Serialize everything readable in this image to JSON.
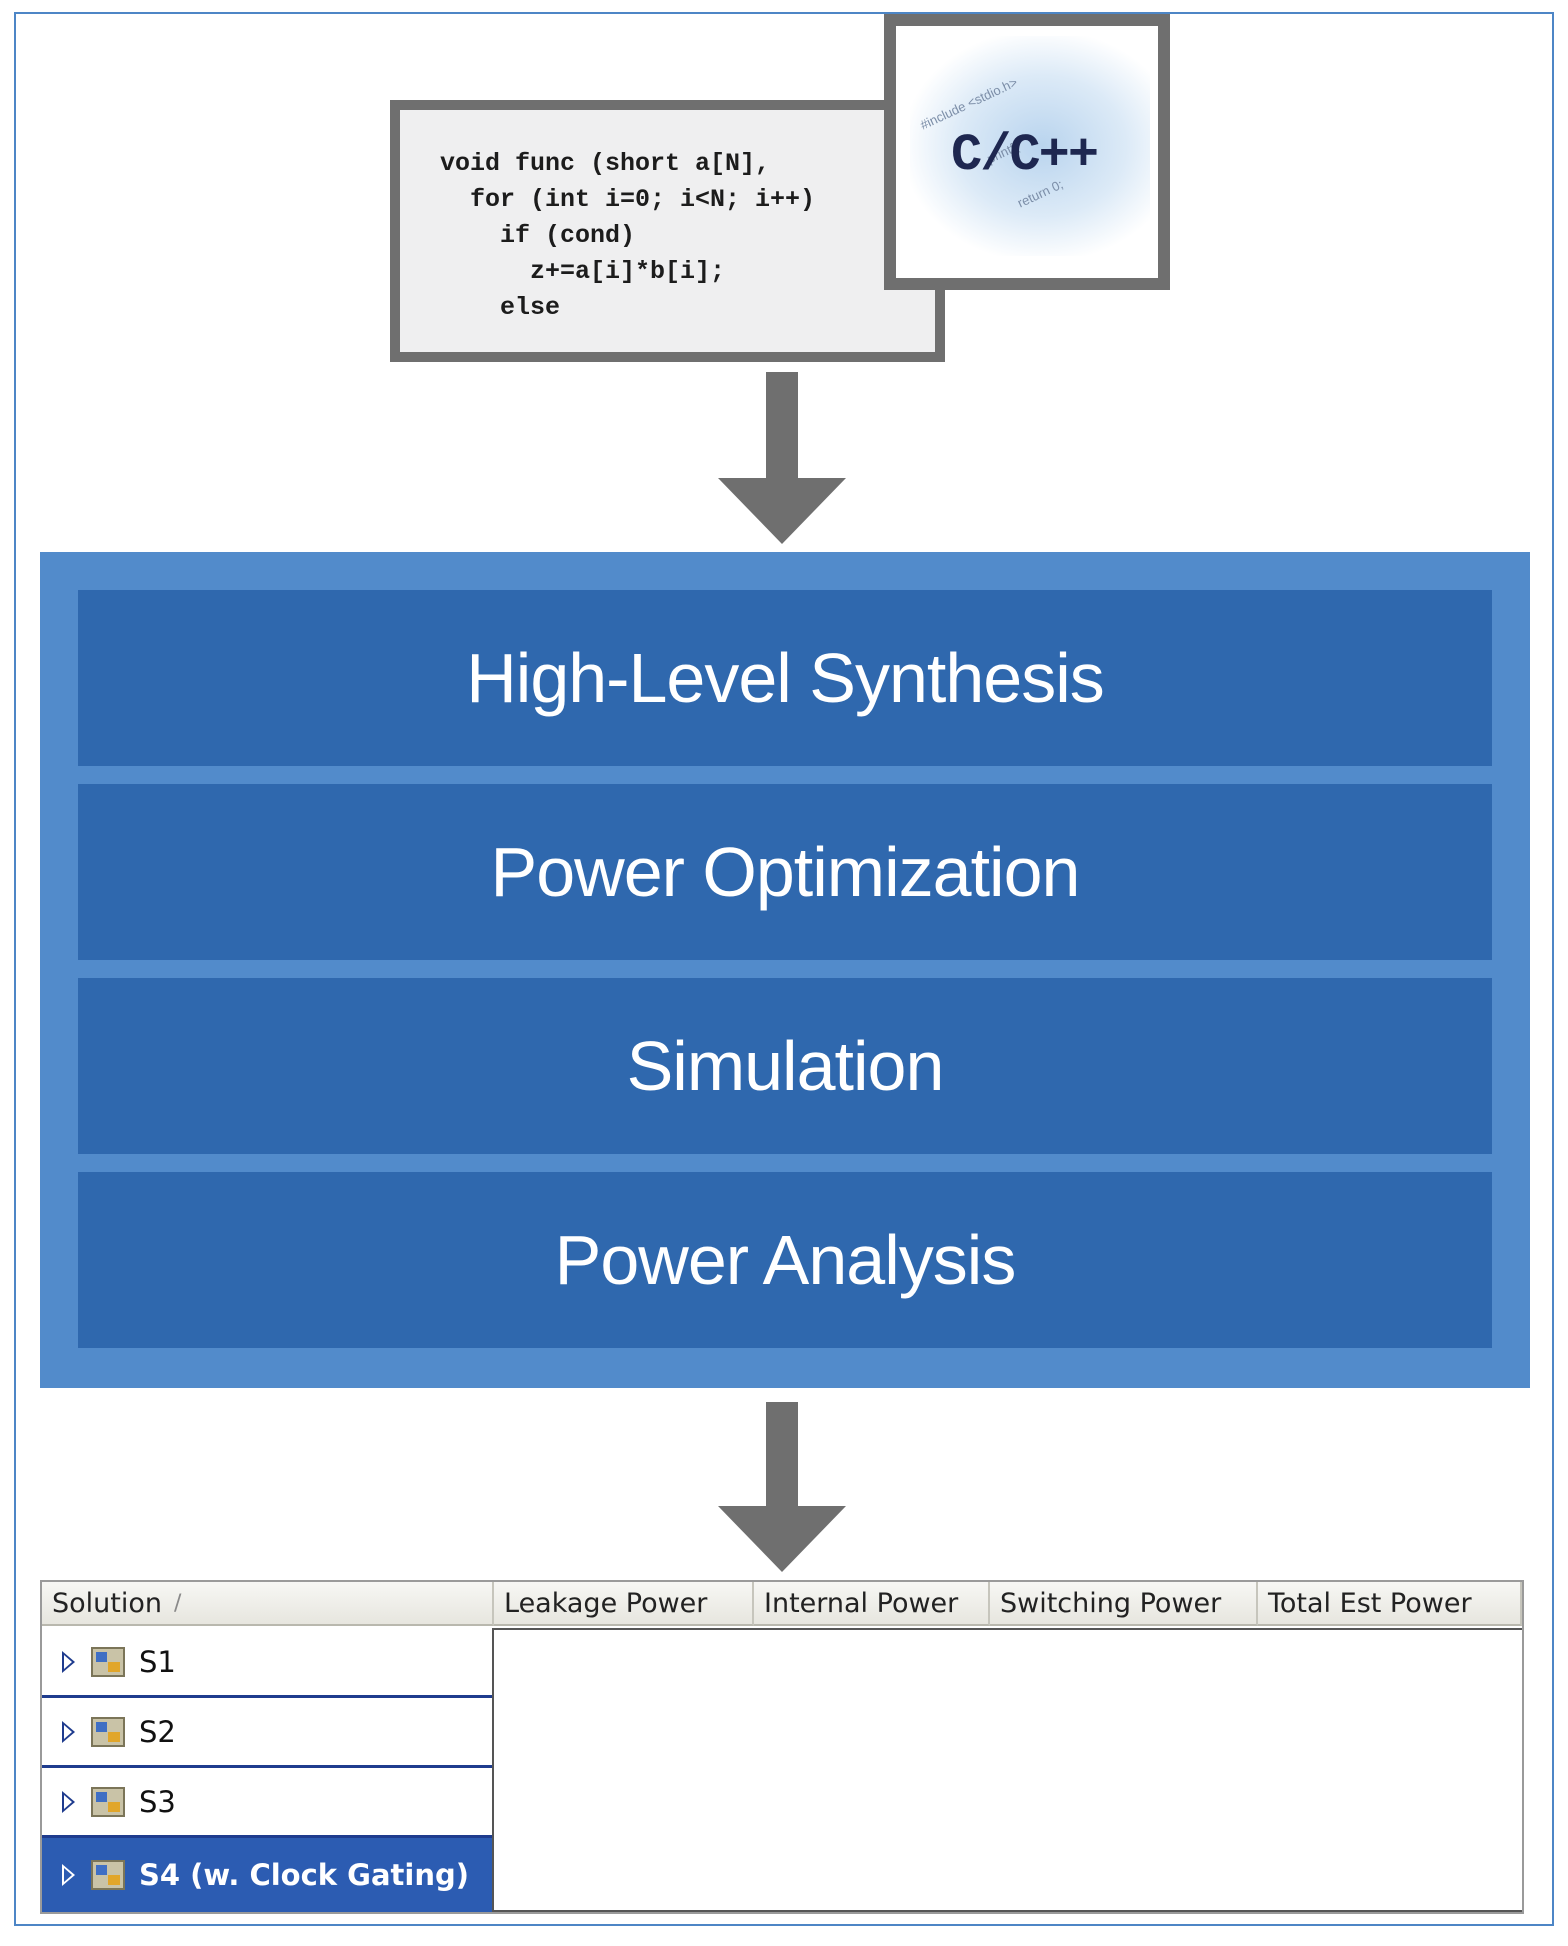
{
  "source": {
    "code_lines": [
      "void func (short a[N],",
      "  for (int i=0; i<N; i++)",
      "    if (cond)",
      "      z+=a[i]*b[i];",
      "    else"
    ],
    "language_label": "C/C++",
    "logo_scribbles": [
      "#include <stdio.h>",
      "printf(\"",
      "return 0;"
    ]
  },
  "process": {
    "stages": [
      {
        "label": "High-Level Synthesis"
      },
      {
        "label": "Power Optimization"
      },
      {
        "label": "Simulation"
      },
      {
        "label": "Power Analysis"
      }
    ]
  },
  "results": {
    "columns": [
      "Solution",
      "Leakage Power",
      "Internal Power",
      "Switching Power",
      "Total Est Power"
    ],
    "sort_indicator": "/",
    "rows": [
      {
        "label": "S1",
        "selected": false
      },
      {
        "label": "S2",
        "selected": false
      },
      {
        "label": "S3",
        "selected": false
      },
      {
        "label": "S4 (w. Clock Gating)",
        "selected": true
      }
    ]
  },
  "colors": {
    "frame": "#4d86c6",
    "process_outer": "#528bcb",
    "process_stage": "#2f68ae",
    "arrow": "#6f6f6f",
    "selected_row": "#2c5cb2"
  }
}
